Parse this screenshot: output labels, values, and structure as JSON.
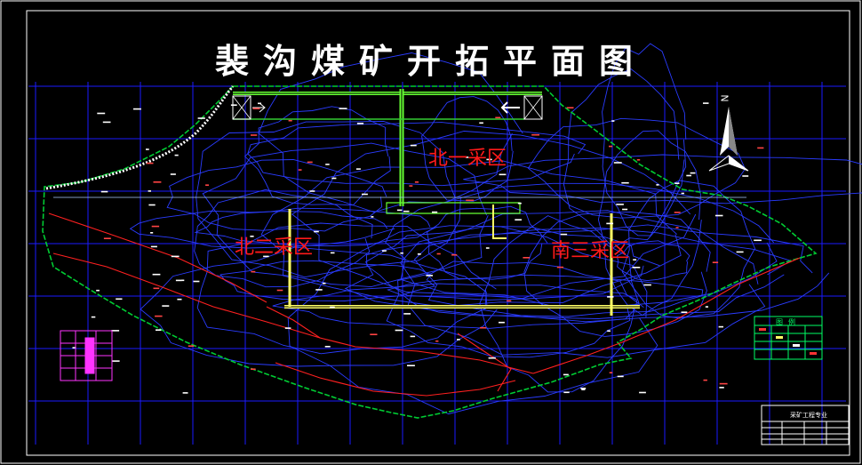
{
  "title": "裴沟煤矿开拓平面图",
  "zones": {
    "north_one": "北一采区",
    "north_two": "北二采区",
    "south_three": "南三采区"
  },
  "north_arrow_label": "N",
  "legend": {
    "title": "图例"
  },
  "title_block": {
    "text": "采矿工程专业"
  },
  "colors": {
    "background": "#000000",
    "grid": "#1a1aff",
    "contour": "#2a3cff",
    "boundary": "#00cc33",
    "roadway": "#ffff66",
    "roadway_green": "#66ff33",
    "fault": "#ff2020",
    "zone_label": "#ff1a1a",
    "legend_box": "#00ff66",
    "section_box": "#ff33ff",
    "frame": "#ffffff"
  }
}
